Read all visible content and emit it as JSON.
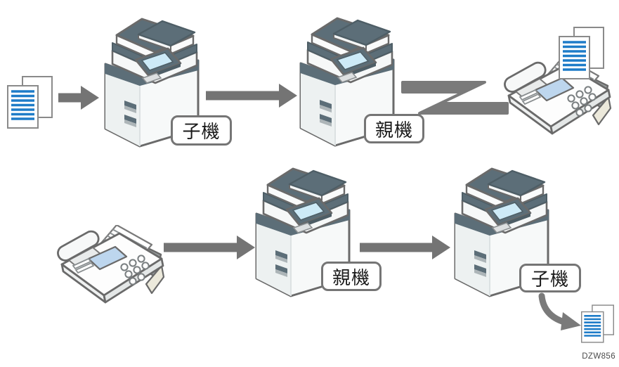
{
  "diagram": {
    "code": "DZW856",
    "machine_labels": {
      "top_child": "子機",
      "top_parent": "親機",
      "bottom_parent": "親機",
      "bottom_child": "子機"
    },
    "flows": [
      {
        "name": "send-fax-via-parent-machine",
        "sequence": [
          "document-pages-icon",
          "arrow-right-icon",
          "mfp-child-machine-icon",
          "arrow-right-icon",
          "mfp-parent-machine-icon",
          "phone-line-zigzag-icon",
          "fax-machine-icon",
          "document-pages-icon"
        ]
      },
      {
        "name": "receive-fax-via-parent-machine",
        "sequence": [
          "fax-machine-icon",
          "arrow-right-icon",
          "mfp-parent-machine-icon",
          "arrow-right-icon",
          "mfp-child-machine-icon",
          "curved-arrow-icon",
          "document-pages-icon"
        ]
      }
    ],
    "colors": {
      "machine_slate": "#5C6E78",
      "machine_body_white": "#FAFBFB",
      "outline_gray": "#6A6A6A",
      "arrow_gray": "#747474",
      "phone_line_gray": "#7A7A7A",
      "document_line_blue": "#1E7CC8",
      "touchscreen_blue": "#CDEAF7",
      "fax_lcd_blue": "#BDD6EE"
    }
  }
}
